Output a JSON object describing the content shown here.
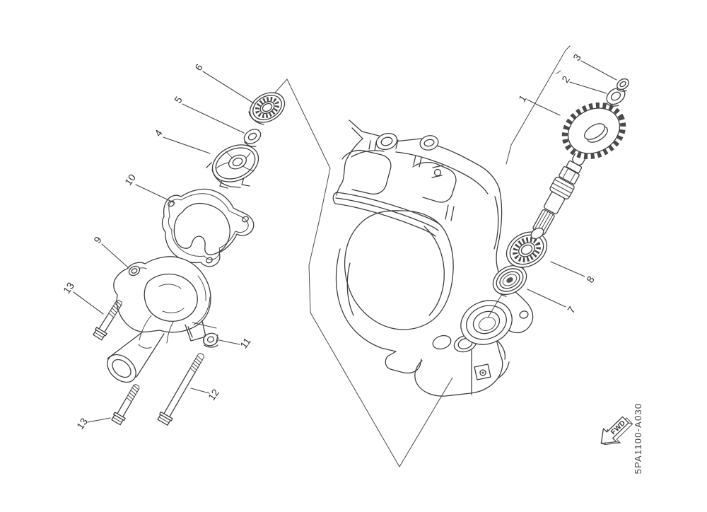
{
  "colors": {
    "line": "#3f3f3f",
    "label": "#2e2e2e",
    "background": "#ffffff"
  },
  "diagram": {
    "part_code": "5PA1100-A030",
    "fwd": {
      "label": "FWD",
      "icon": "fwd-arrow-icon"
    },
    "callouts": [
      {
        "label": "1"
      },
      {
        "label": "2"
      },
      {
        "label": "3"
      },
      {
        "label": "4"
      },
      {
        "label": "5"
      },
      {
        "label": "6"
      },
      {
        "label": "7"
      },
      {
        "label": "8"
      },
      {
        "label": "9"
      },
      {
        "label": "10"
      },
      {
        "label": "11"
      },
      {
        "label": "12"
      },
      {
        "label": "13"
      },
      {
        "label": "13"
      }
    ]
  }
}
